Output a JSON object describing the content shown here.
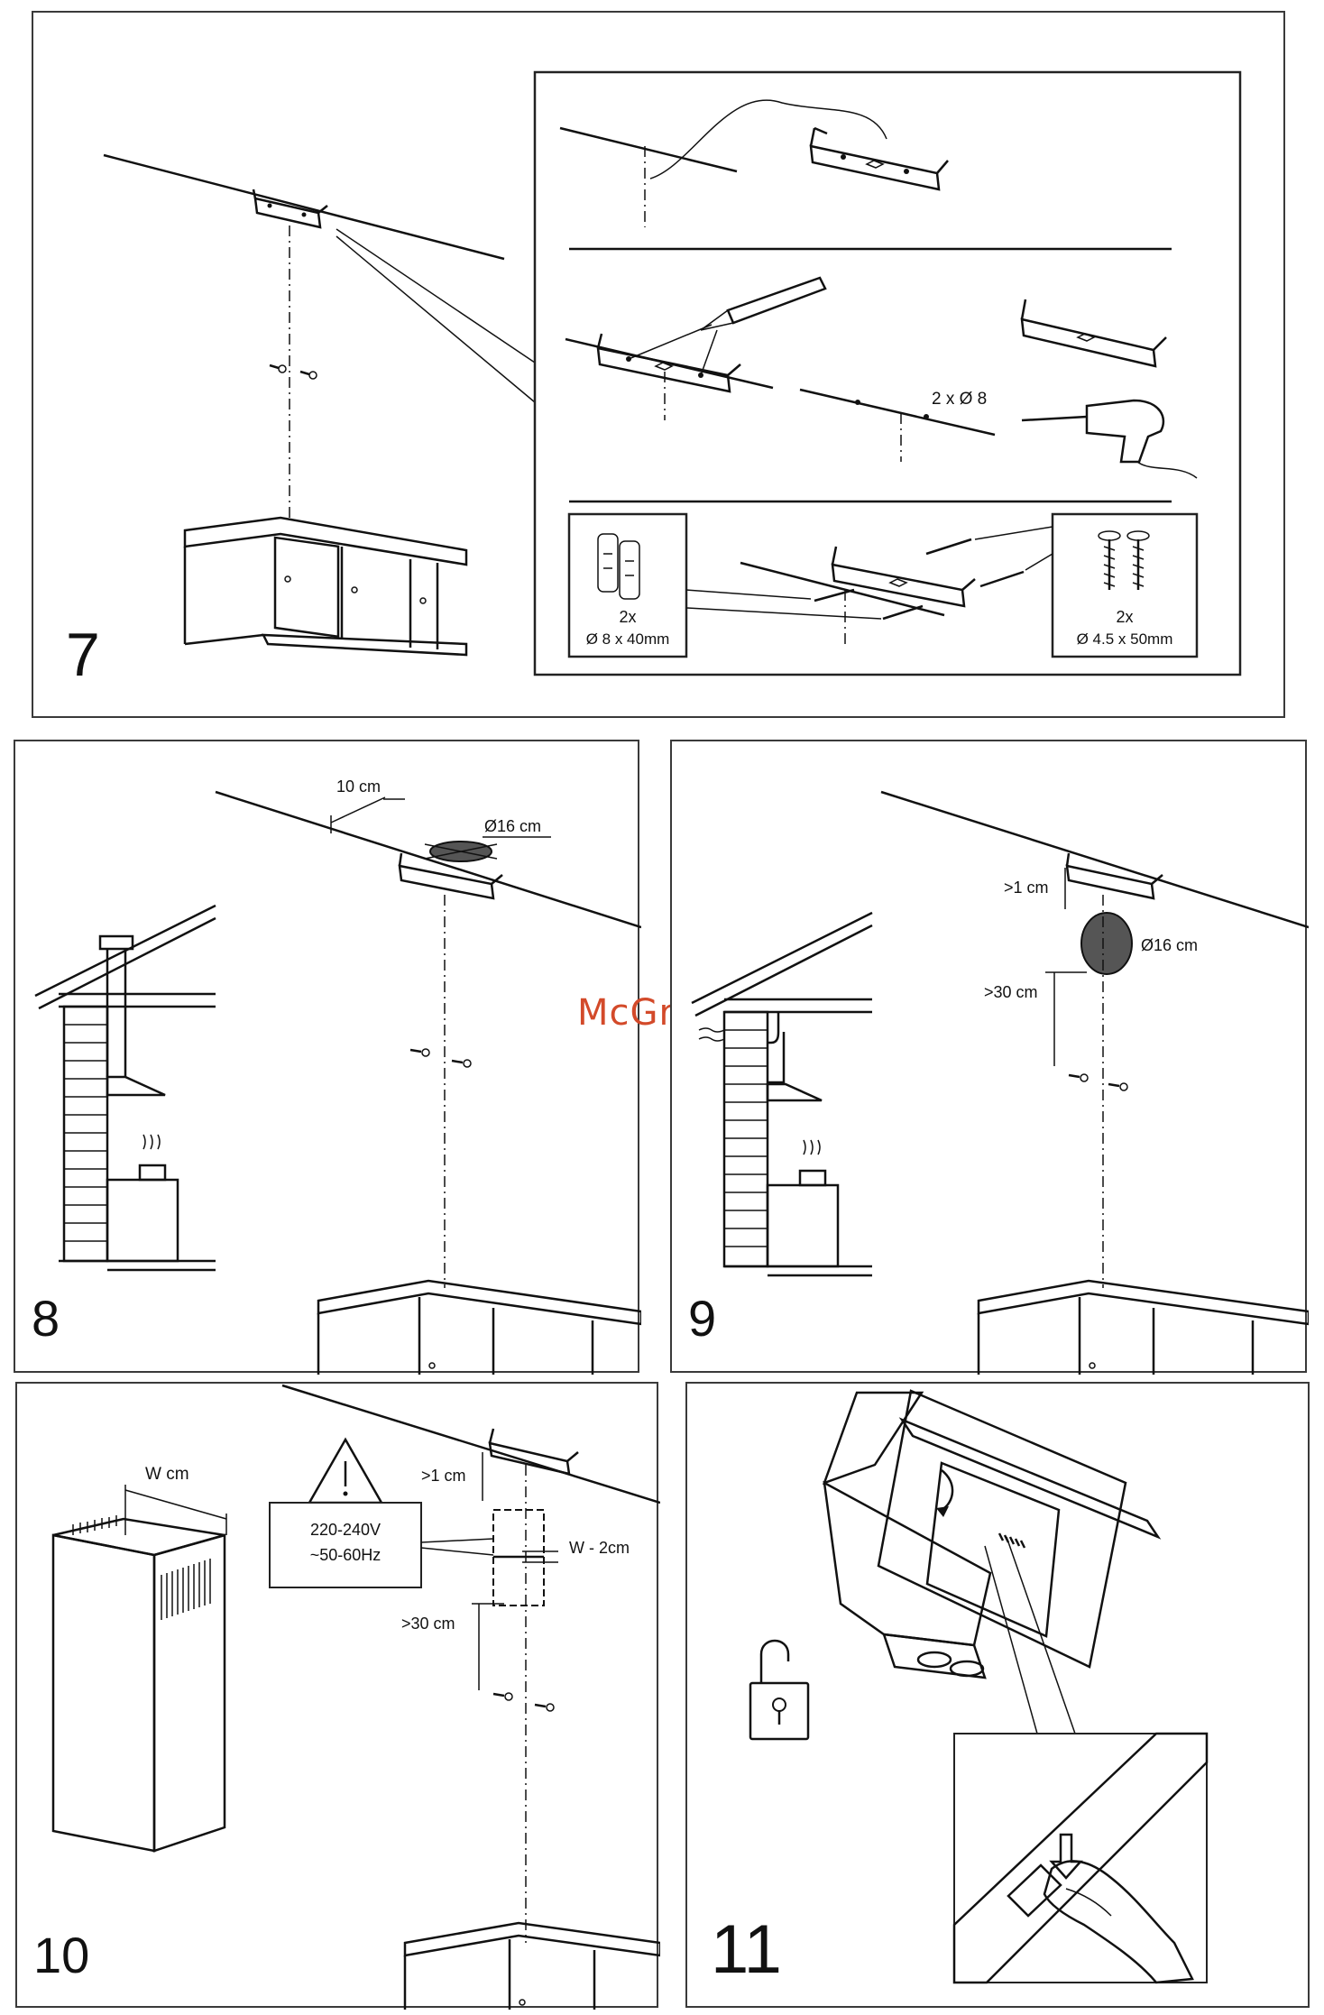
{
  "steps": {
    "s7": {
      "number": "7",
      "plug_count": "2x",
      "plug_size": "Ø 8 x 40mm",
      "drill_label": "2 x Ø 8",
      "screw_count": "2x",
      "screw_size": "Ø 4.5 x 50mm"
    },
    "s8": {
      "number": "8",
      "offset_label": "10 cm",
      "hole_label": "Ø16 cm"
    },
    "s9": {
      "number": "9",
      "gap_label": ">1 cm",
      "hole_label": "Ø16 cm",
      "height_label": ">30 cm"
    },
    "s10": {
      "number": "10",
      "width_label": "W cm",
      "voltage_label": "220-240V",
      "frequency_label": "~50-60Hz",
      "gap_label": ">1 cm",
      "socket_label": "W - 2cm",
      "height_label": ">30 cm",
      "warning_icon": "warning-triangle-icon"
    },
    "s11": {
      "number": "11",
      "unlock_icon": "unlocked-padlock-icon"
    }
  },
  "watermark": "McGrp.Ru"
}
